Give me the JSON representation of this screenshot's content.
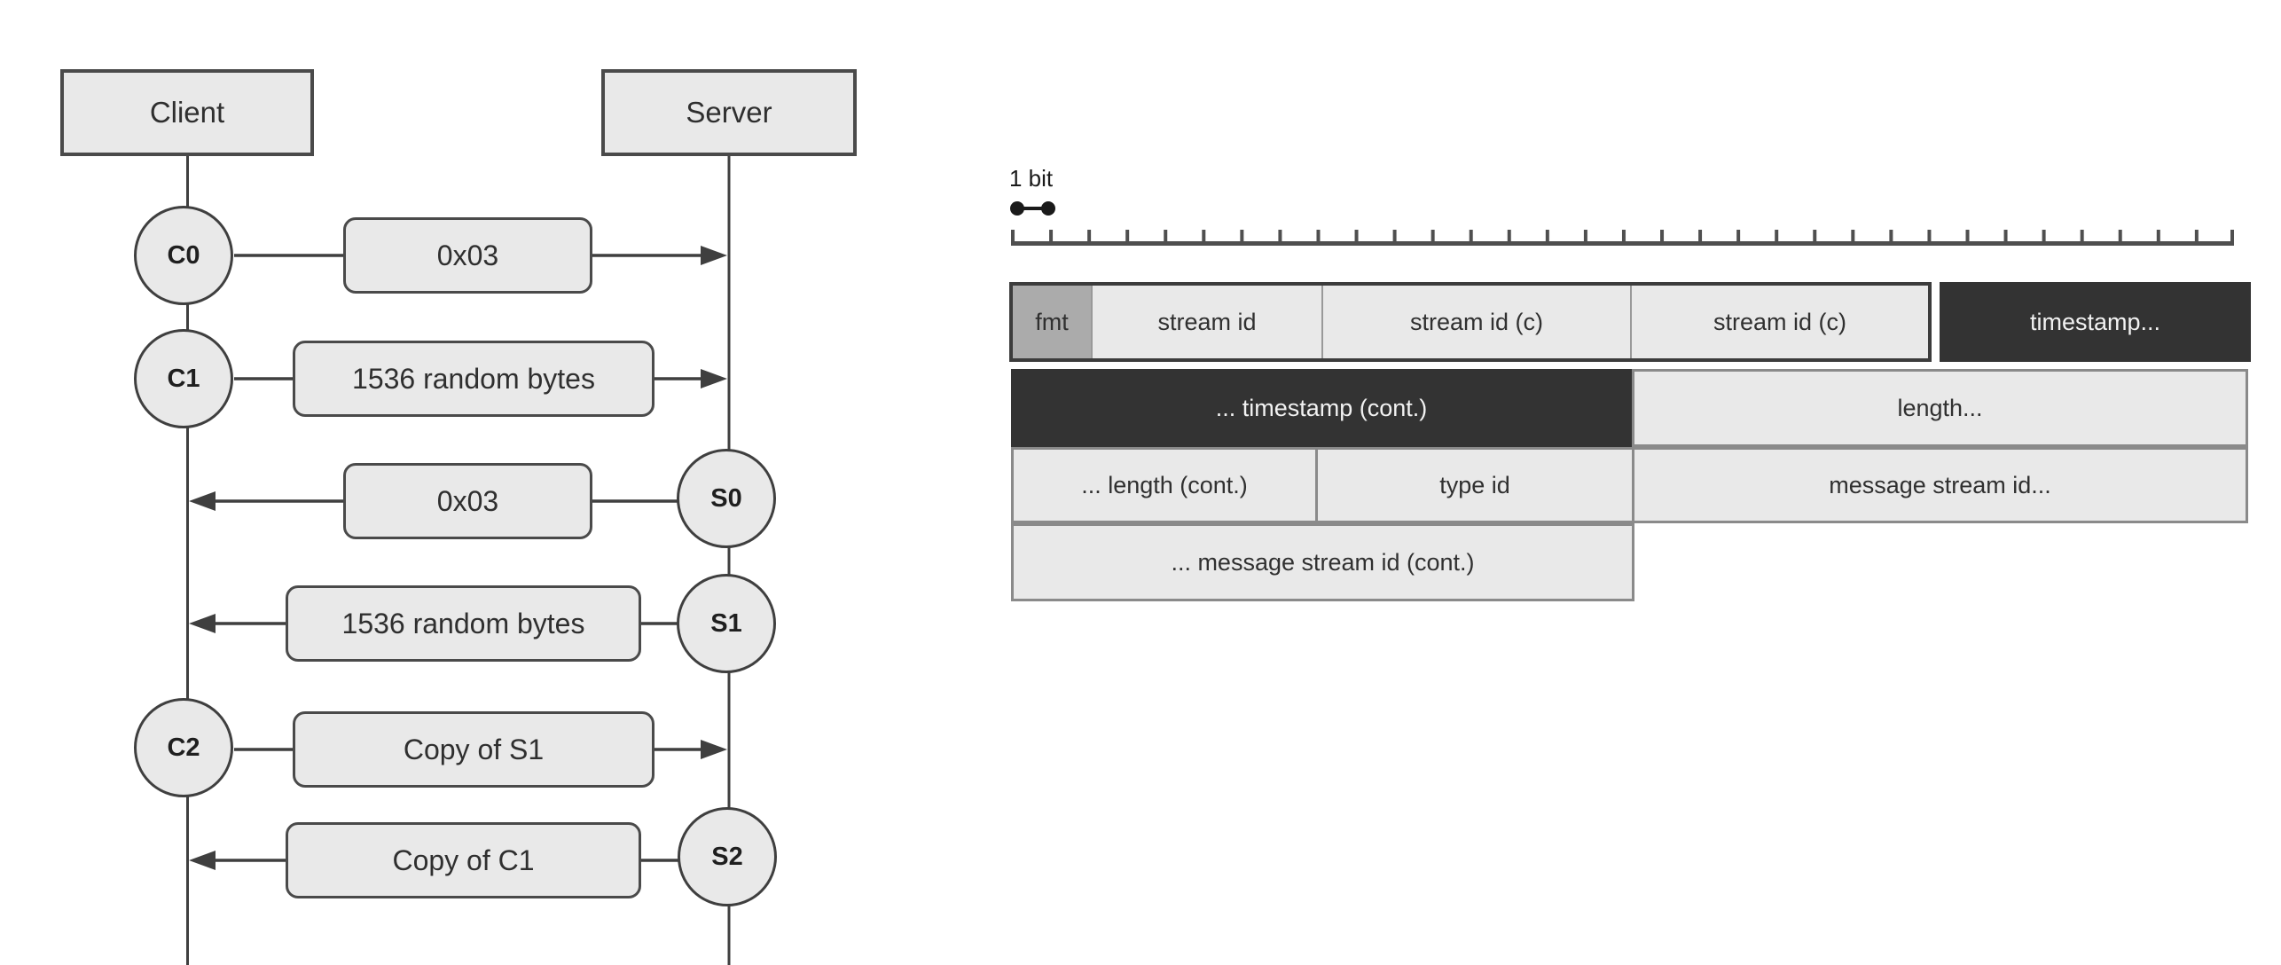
{
  "diagram": {
    "sequence": {
      "actors": [
        {
          "label": "Client"
        },
        {
          "label": "Server"
        }
      ],
      "nodes": [
        {
          "id": "C0"
        },
        {
          "id": "C1"
        },
        {
          "id": "S0"
        },
        {
          "id": "S1"
        },
        {
          "id": "C2"
        },
        {
          "id": "S2"
        }
      ],
      "messages": [
        {
          "from": "C0",
          "to": "Server",
          "label": "0x03",
          "direction": "client-to-server"
        },
        {
          "from": "C1",
          "to": "Server",
          "label": "1536 random bytes",
          "direction": "client-to-server"
        },
        {
          "from": "S0",
          "to": "Client",
          "label": "0x03",
          "direction": "server-to-client"
        },
        {
          "from": "S1",
          "to": "Client",
          "label": "1536 random bytes",
          "direction": "server-to-client"
        },
        {
          "from": "C2",
          "to": "Server",
          "label": "Copy of S1",
          "direction": "client-to-server"
        },
        {
          "from": "S2",
          "to": "Client",
          "label": "Copy of C1",
          "direction": "server-to-client"
        }
      ]
    },
    "bitfield": {
      "scale_label": "1 bit",
      "bits_per_row": 32,
      "ruler_ticks": 33,
      "rows": [
        {
          "cells": [
            {
              "label": "fmt",
              "bits": 2,
              "style": "medium"
            },
            {
              "label": "stream id",
              "bits": 6,
              "style": "light"
            },
            {
              "label": "stream id (c)",
              "bits": 8,
              "style": "light"
            },
            {
              "label": "stream id (c)",
              "bits": 8,
              "style": "light"
            },
            {
              "label": "timestamp...",
              "bits": 8,
              "style": "dark"
            }
          ]
        },
        {
          "cells": [
            {
              "label": "... timestamp (cont.)",
              "bits": 16,
              "style": "dark"
            },
            {
              "label": "length...",
              "bits": 16,
              "style": "light"
            }
          ]
        },
        {
          "cells": [
            {
              "label": "... length (cont.)",
              "bits": 8,
              "style": "light"
            },
            {
              "label": "type id",
              "bits": 8,
              "style": "light"
            },
            {
              "label": "message stream id...",
              "bits": 16,
              "style": "light"
            }
          ]
        },
        {
          "cells": [
            {
              "label": "... message stream id (cont.)",
              "bits": 16,
              "style": "light"
            }
          ]
        }
      ]
    },
    "colors": {
      "background": "#ffffff",
      "box_fill": "#e9e9e9",
      "box_border": "#4a4a4a",
      "line": "#3f3f3f",
      "text": "#2f2f2f",
      "dark_cell_fill": "#333333",
      "dark_cell_text": "#f2f2f2",
      "medium_cell_fill": "#ababab",
      "light_cell_border": "#8a8a8a",
      "group_border": "#3c3c3c"
    }
  }
}
